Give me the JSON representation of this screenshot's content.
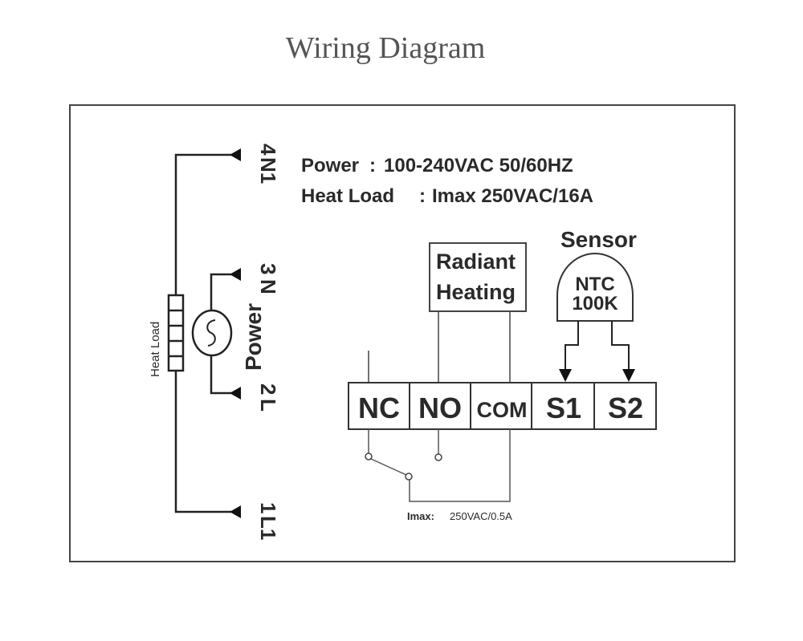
{
  "title": "Wiring Diagram",
  "specs": {
    "power_label": "Power",
    "power_value": "100-240VAC 50/60HZ",
    "heat_load_label": "Heat Load",
    "heat_load_value": "Imax 250VAC/16A"
  },
  "radiant_heating": {
    "line1": "Radiant",
    "line2": "Heating"
  },
  "sensor": {
    "label": "Sensor",
    "type": "NTC",
    "value": "100K"
  },
  "terminals": {
    "nc": "NC",
    "no": "NO",
    "com": "COM",
    "s1": "S1",
    "s2": "S2"
  },
  "power_terminals": {
    "t4": "4",
    "n1": "N1",
    "t3": "3",
    "n": "N",
    "t2": "2",
    "l": "L",
    "t1": "1",
    "l1": "L1",
    "power_label": "Power"
  },
  "heat_load_label": "Heat Load",
  "relay": {
    "imax_label": "Imax:",
    "imax_value": "250VAC/0.5A"
  }
}
